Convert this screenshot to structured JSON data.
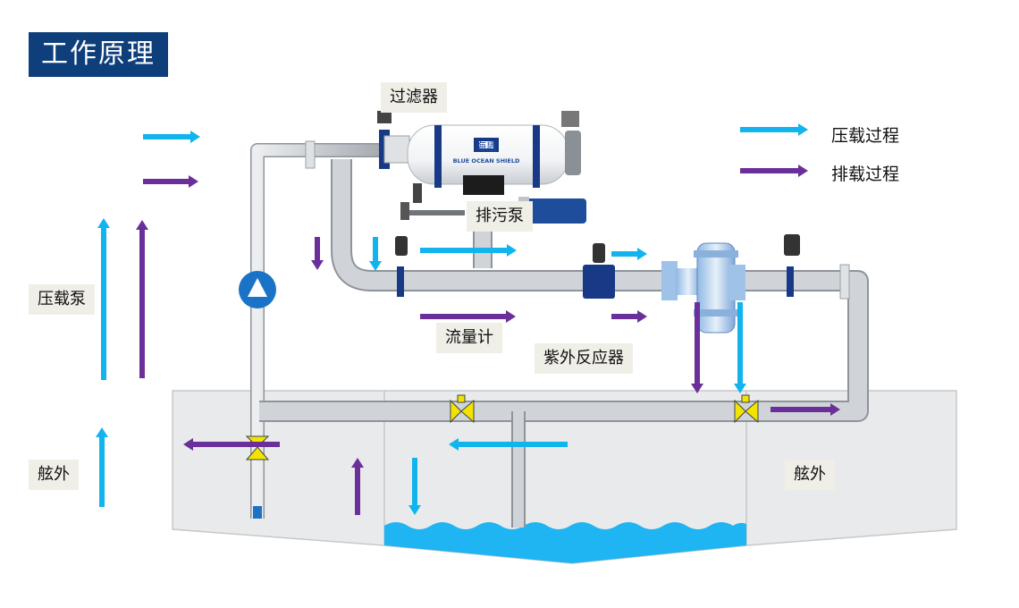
{
  "title": "工作原理",
  "labels": {
    "filter": "过滤器",
    "drain_pump": "排污泵",
    "flow_meter": "流量计",
    "uv_reactor": "紫外反应器",
    "ballast_pump": "压载泵",
    "outboard_left": "舷外",
    "outboard_right": "舷外"
  },
  "filter_brand": {
    "chinese": "海盾",
    "english": "BLUE OCEAN SHIELD"
  },
  "legend": {
    "ballast": "压载过程",
    "deballast": "排载过程"
  },
  "colors": {
    "ballast": "#12b4ee",
    "deballast": "#6a2f98",
    "title_bg": "#0e3f7a",
    "pipe": "#c7cbd0",
    "pump": "#1a73c6",
    "valve": "#f2e300",
    "water": "#1fb4f2",
    "tank": "#e9eaeb",
    "flange": "#183a86"
  }
}
